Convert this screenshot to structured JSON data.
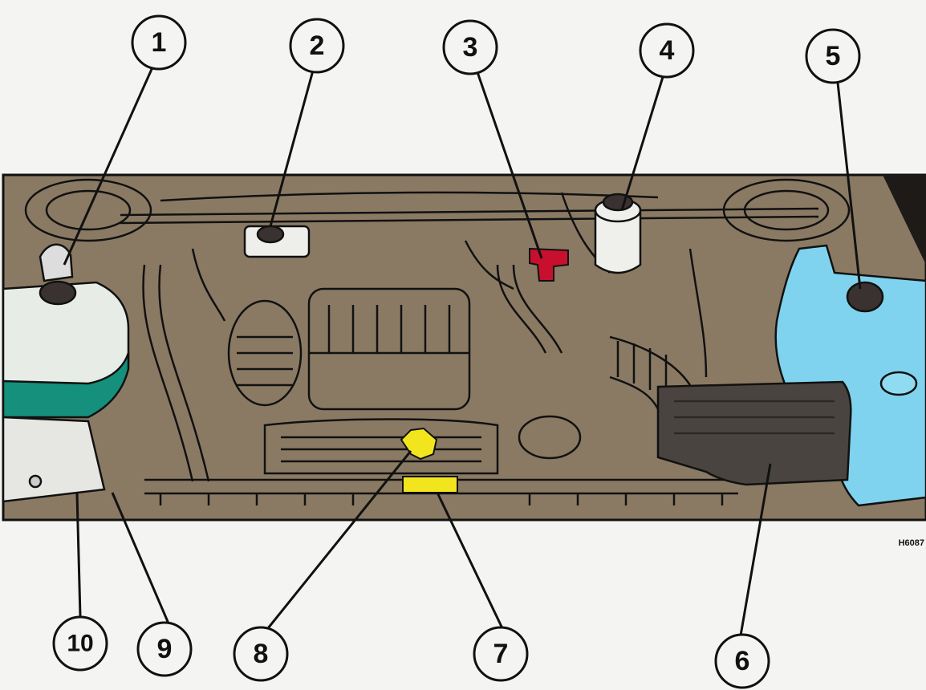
{
  "figure_code": "H6087",
  "callouts": [
    {
      "number": "1"
    },
    {
      "number": "2"
    },
    {
      "number": "3"
    },
    {
      "number": "4"
    },
    {
      "number": "5"
    },
    {
      "number": "6"
    },
    {
      "number": "7"
    },
    {
      "number": "8"
    },
    {
      "number": "9"
    },
    {
      "number": "10"
    }
  ],
  "colors": {
    "background": "#f4f4f2",
    "engine_bay": "#8a7a63",
    "coolant_reservoir_teal": "#14907c",
    "washer_reservoir_blue": "#7fd3ee",
    "brake_fluid_red": "#c8102e",
    "dipstick_yellow": "#f2e51e",
    "air_cleaner_dark": "#4a4440"
  }
}
